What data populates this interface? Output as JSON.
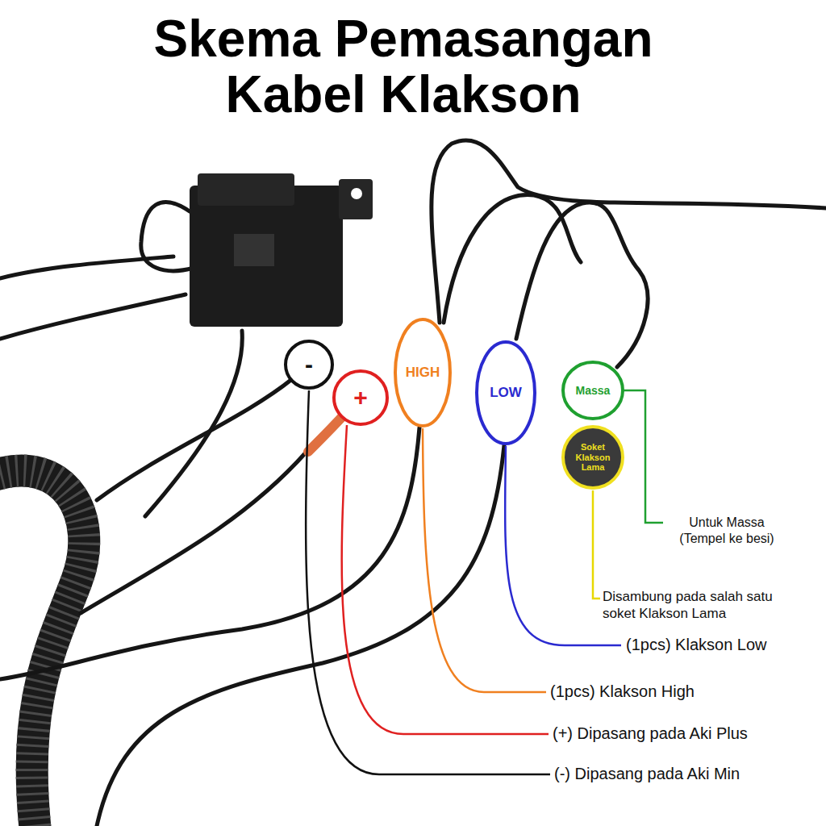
{
  "diagram": {
    "title": "Skema Pemasangan Kabel Klakson",
    "nodes": [
      {
        "text": [
          "-"
        ]
      },
      {
        "text": [
          "+"
        ]
      },
      {
        "text": [
          "HIGH"
        ]
      },
      {
        "text": [
          "LOW"
        ]
      },
      {
        "text": [
          "Massa"
        ]
      },
      {
        "text": [
          "Soket Klakson Lama"
        ]
      }
    ],
    "labels": [
      "Untuk Massa (Tempel ke besi)",
      "Disambung pada salah satu soket Klakson Lama",
      "(1pcs) Klakson Low",
      "(1pcs) Klakson High",
      "(+) Dipasang pada Aki Plus",
      "(-) Dipasang pada Aki Min"
    ]
  }
}
